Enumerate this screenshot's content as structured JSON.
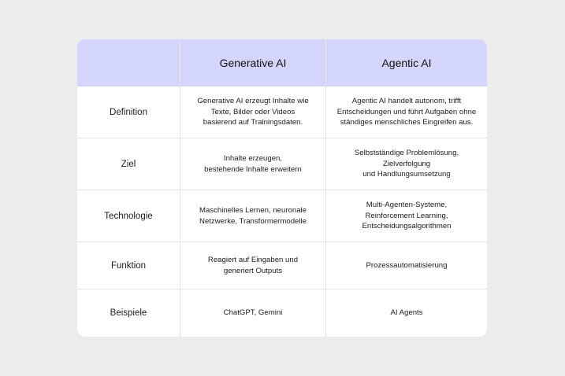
{
  "header": {
    "col_generative": "Generative AI",
    "col_agentic": "Agentic AI"
  },
  "rows": [
    {
      "label": "Definition",
      "generative": "Generative AI erzeugt Inhalte wie\nTexte, Bilder oder Videos\nbasierend auf Trainingsdaten.",
      "agentic": "Agentic AI handelt autonom, trifft\nEntscheidungen und führt Aufgaben ohne\nständiges menschliches Eingreifen aus."
    },
    {
      "label": "Ziel",
      "generative": "Inhalte erzeugen,\nbestehende Inhalte erweitern",
      "agentic": "Selbstständige Problemlösung,\nZielverfolgung\nund Handlungsumsetzung"
    },
    {
      "label": "Technologie",
      "generative": "Maschinelles Lernen, neuronale\nNetzwerke, Transformermodelle",
      "agentic": "Multi-Agenten-Systeme,\nReinforcement Learning,\nEntscheidungsalgorithmen"
    },
    {
      "label": "Funktion",
      "generative": "Reagiert auf Eingaben und\ngeneriert Outputs",
      "agentic": "Prozessautomatisierung"
    },
    {
      "label": "Beispiele",
      "generative": "ChatGPT, Gemini",
      "agentic": "AI Agents"
    }
  ]
}
